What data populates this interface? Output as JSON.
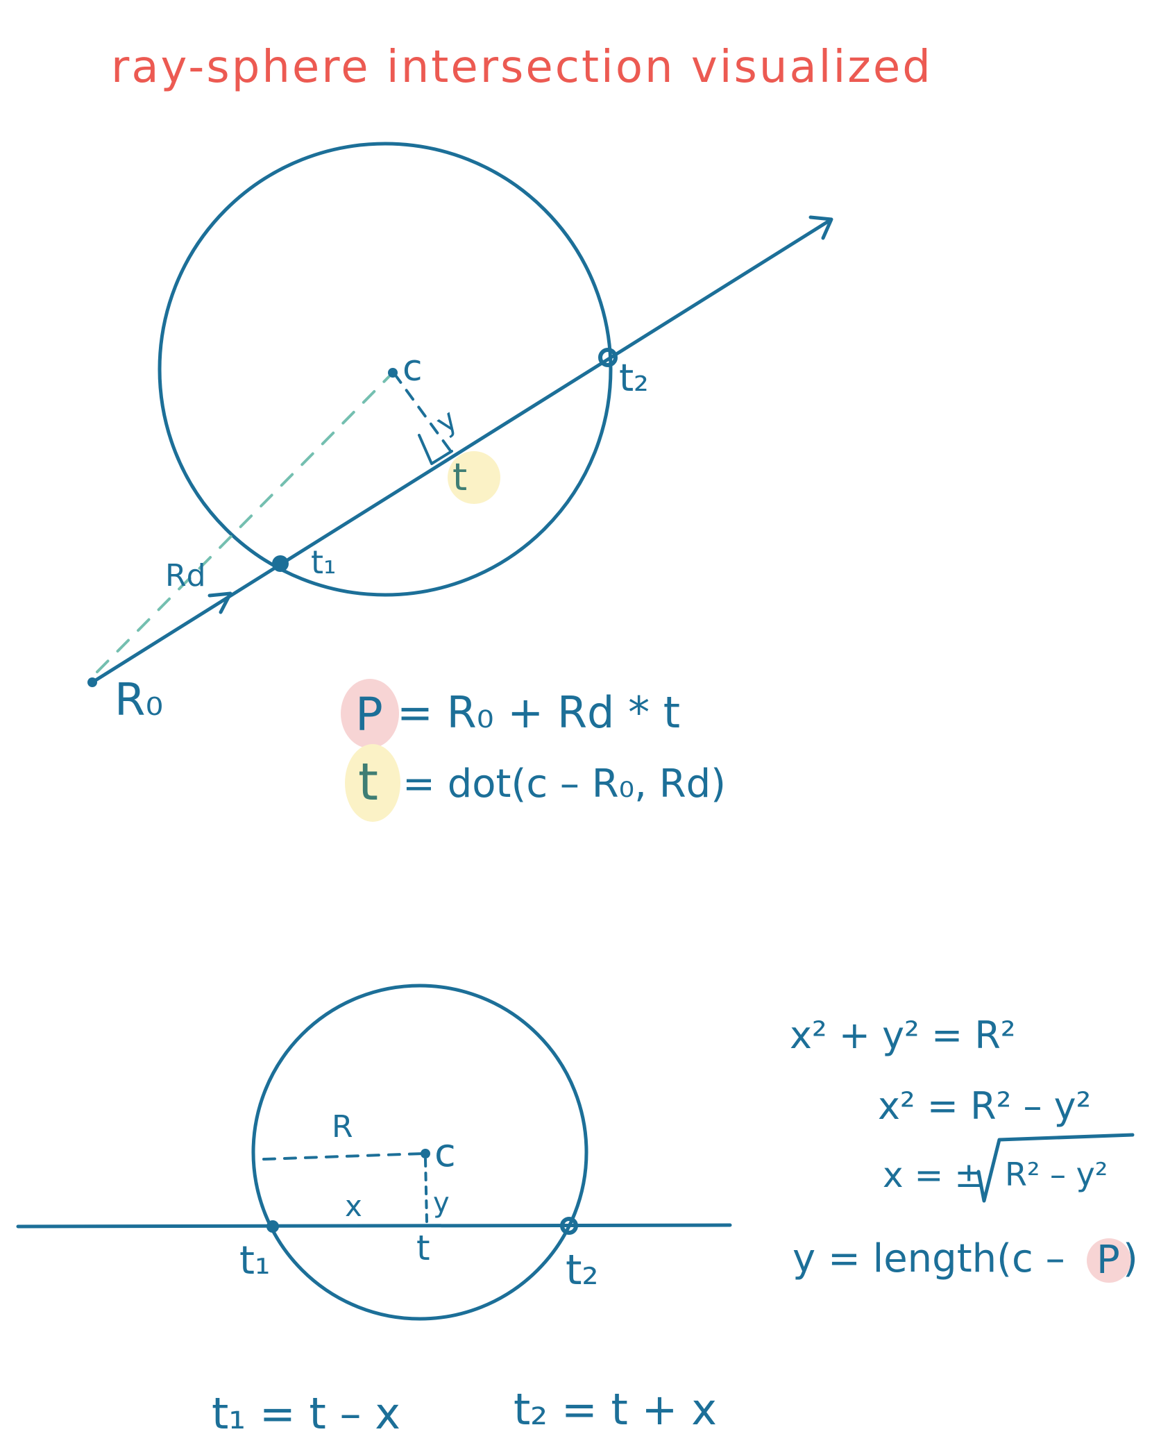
{
  "title": "ray-sphere intersection visualized",
  "colors": {
    "ink": "#1c6f98",
    "title": "#ec5a52",
    "teal_dash": "#74bfb0",
    "highlight_yellow": "#fbf2c6",
    "highlight_pink": "#f7d4d4"
  },
  "diagram1": {
    "label_c": "c",
    "label_t2": "t₂",
    "label_y": "y",
    "label_t": "t",
    "label_rd": "Rd",
    "label_t1": "t₁",
    "label_r0": "R₀",
    "eq1_var": "P",
    "eq1_rhs": "= R₀ + Rd * t",
    "eq2_var": "t",
    "eq2_rhs": "= dot(c – R₀, Rd)"
  },
  "diagram2": {
    "label_R": "R",
    "label_c": "c",
    "label_x": "x",
    "label_y": "y",
    "label_t": "t",
    "label_t1": "t₁",
    "label_t2": "t₂",
    "eq_a": "x² + y² = R²",
    "eq_b": "x² = R² – y²",
    "eq_c_left": "x = ±",
    "eq_c_rad": "R² – y²",
    "eq_d_left": "y = length(c –",
    "eq_d_var": "P",
    "eq_d_right": ")",
    "bottom_eq1": "t₁ = t – x",
    "bottom_eq2": "t₂ = t + x"
  }
}
